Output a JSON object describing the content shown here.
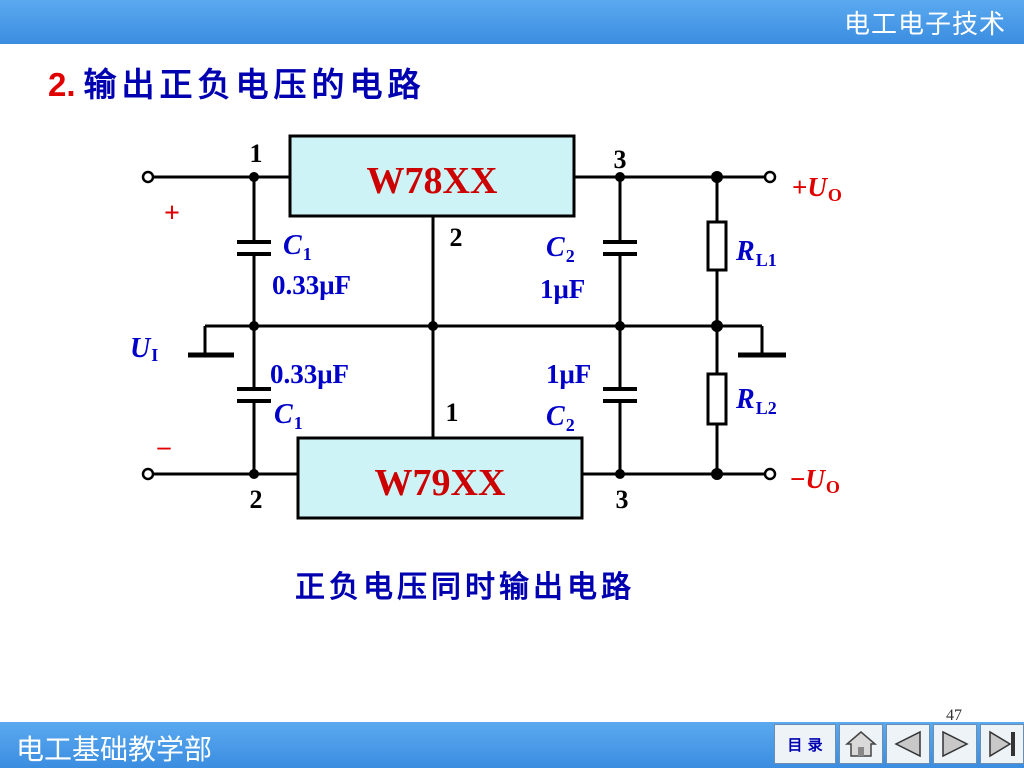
{
  "header": {
    "course_title": "电工电子技术"
  },
  "slide": {
    "number": "2.",
    "title": "输出正负电压的电路",
    "caption": "正负电压同时输出电路",
    "page": "47"
  },
  "circuit": {
    "ic_top": {
      "name": "W78XX",
      "pin_in": "1",
      "pin_gnd": "2",
      "pin_out": "3"
    },
    "ic_bottom": {
      "name": "W79XX",
      "pin_gnd": "1",
      "pin_in": "2",
      "pin_out": "3"
    },
    "input": {
      "plus": "+",
      "minus": "–",
      "label": "U",
      "label_sub": "I"
    },
    "caps": {
      "c1_top": {
        "name": "C",
        "sub": "1",
        "value": "0.33μF"
      },
      "c2_top": {
        "name": "C",
        "sub": "2",
        "value": "1μF"
      },
      "c1_bottom": {
        "name": "C",
        "sub": "1",
        "value": "0.33μF"
      },
      "c2_bottom": {
        "name": "C",
        "sub": "2",
        "value": "1μF"
      }
    },
    "loads": {
      "rl1": {
        "name": "R",
        "sub": "L1"
      },
      "rl2": {
        "name": "R",
        "sub": "L2"
      }
    },
    "outputs": {
      "pos": {
        "sign": "+",
        "label": "U",
        "sub": "O"
      },
      "neg": {
        "sign": "−",
        "label": "U",
        "sub": "O"
      }
    }
  },
  "footer": {
    "department": "电工基础教学部",
    "menu_label": "目 录",
    "nav_icons": [
      "home-icon",
      "prev-icon",
      "next-icon",
      "last-icon"
    ]
  },
  "colors": {
    "bar": "#3b8de0",
    "chip_fill": "#cdf3f6",
    "label_blue": "#0000c8",
    "label_red": "#e00000"
  }
}
